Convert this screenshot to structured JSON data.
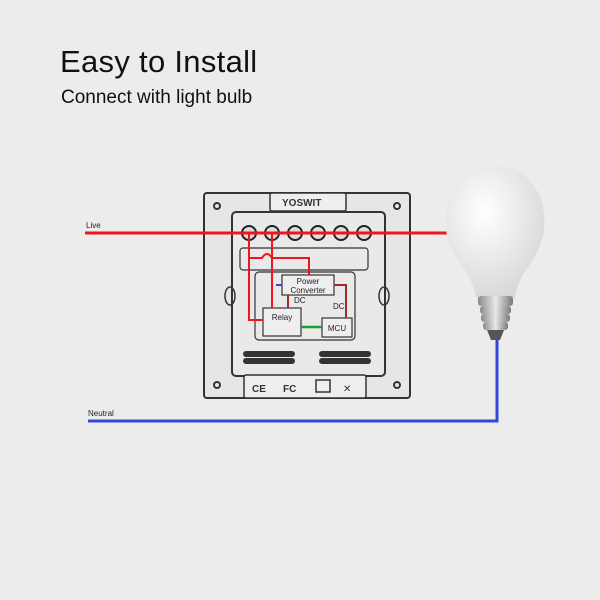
{
  "header": {
    "title": "Easy to Install",
    "subtitle": "Connect with light bulb"
  },
  "diagram": {
    "live_label": "Live",
    "neutral_label": "Neutral",
    "brand": "YOSWIT",
    "power_converter": [
      "Power",
      "Converter"
    ],
    "dc_label_1": "DC",
    "dc_label_2": "DC",
    "relay": "Relay",
    "mcu": "MCU",
    "cert_ce": "CE",
    "cert_fc": "FC"
  },
  "colors": {
    "live": "#f0141e",
    "neutral": "#3346d8",
    "dc": "#a02a2a",
    "signal": "#1e9e2a"
  }
}
